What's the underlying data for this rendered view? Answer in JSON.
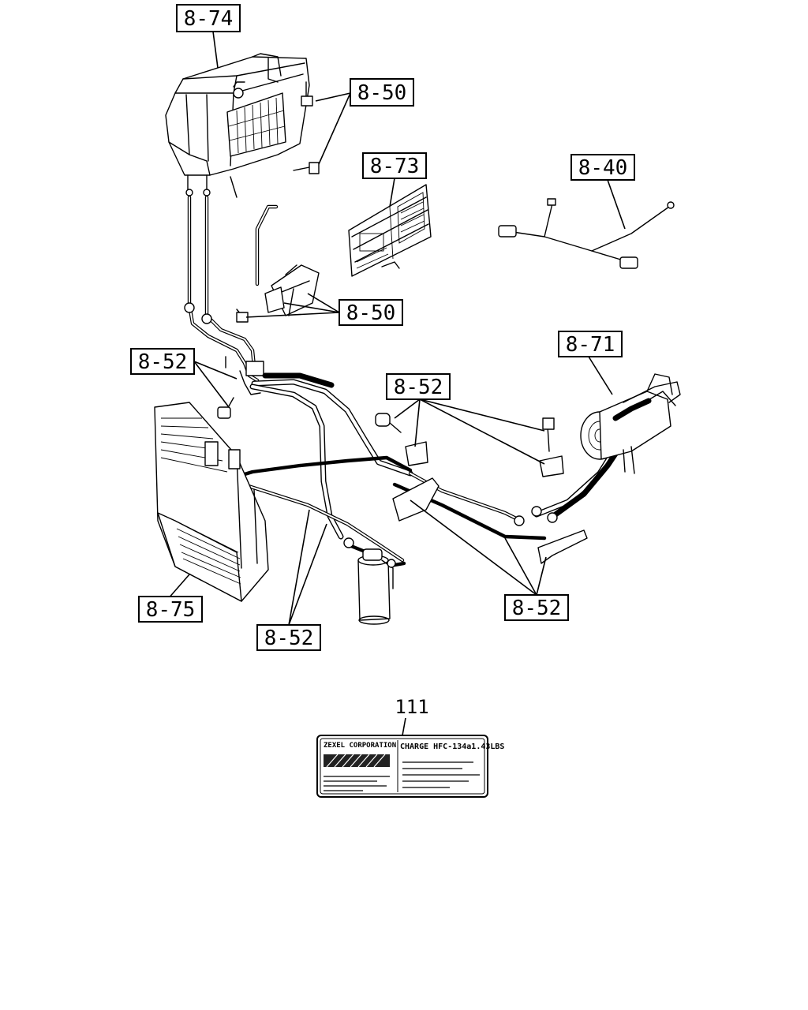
{
  "callouts": {
    "evaporator_unit": "8-74",
    "bolts_upper": "8-50",
    "filter": "8-73",
    "harness": "8-40",
    "brackets_middle": "8-50",
    "compressor": "8-71",
    "clamp_left": "8-52",
    "clamps_center": "8-52",
    "condenser": "8-75",
    "lines_bottom_center": "8-52",
    "lines_bottom_right": "8-52"
  },
  "caution_label": {
    "ref_number": "111",
    "maker": "ZEXEL CORPORATION",
    "charge": "CHARGE HFC-134a1.43LBS"
  }
}
